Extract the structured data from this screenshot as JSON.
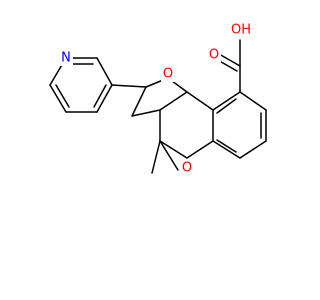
{
  "molecule": {
    "atoms": [
      {
        "id": "hydroxyl",
        "label": "OH",
        "color": "#ff0000"
      },
      {
        "id": "carbonyl",
        "label": "O",
        "color": "#ff0000"
      },
      {
        "id": "furan-oxygen",
        "label": "O",
        "color": "#ff0000"
      },
      {
        "id": "pyran-oxygen",
        "label": "O",
        "color": "#ff0000"
      },
      {
        "id": "pyridine-nitrogen",
        "label": "N",
        "color": "#0000ff"
      }
    ]
  }
}
